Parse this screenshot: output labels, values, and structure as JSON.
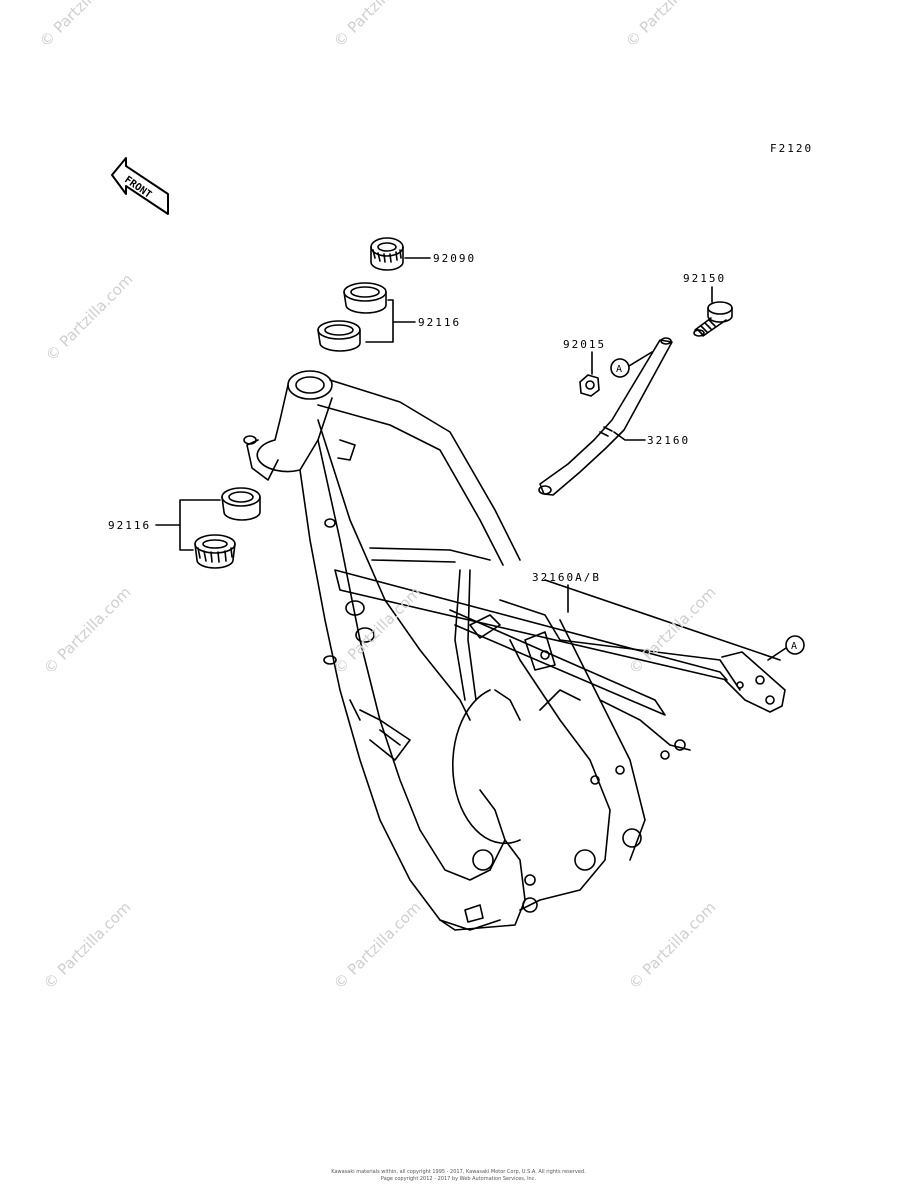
{
  "diagram_code": "F2120",
  "front_marker": "FRONT",
  "reference_marker": "A",
  "callouts": [
    {
      "id": "nut-top",
      "label": "92090"
    },
    {
      "id": "race-top",
      "label": "92116"
    },
    {
      "id": "race-bottom",
      "label": "92116"
    },
    {
      "id": "bolt",
      "label": "92150"
    },
    {
      "id": "nut-small",
      "label": "92015"
    },
    {
      "id": "rear-frame-stay",
      "label": "32160"
    },
    {
      "id": "frame",
      "label": "32160A/B"
    }
  ],
  "watermark": "© Partzilla.com",
  "footer": {
    "line1": "Kawasaki materials within, all copyright 1995 - 2017, Kawasaki Motor Corp, U.S.A. All rights reserved.",
    "line2": "Page copyright 2012 - 2017 by Web Automation Services, Inc."
  }
}
